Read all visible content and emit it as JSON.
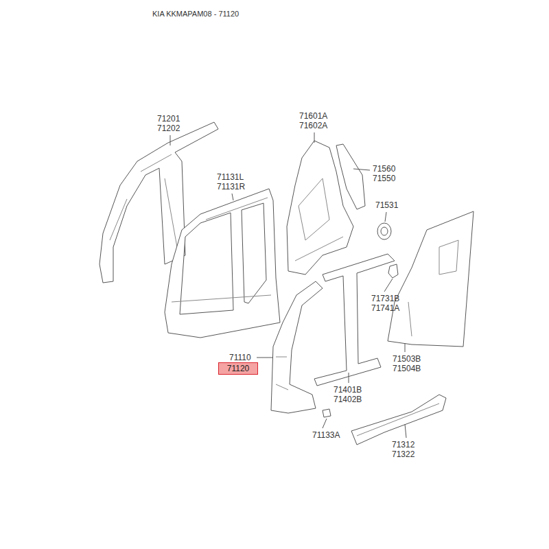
{
  "diagram": {
    "title": "KIA KKMAPAM08 - 71120",
    "nodes": [
      {
        "text": [
          "71120"
        ]
      }
    ],
    "labels": [
      "71201",
      "71202",
      "71601A",
      "71602A",
      "71560",
      "71550",
      "71131L",
      "71131R",
      "71531",
      "71731B",
      "71741A",
      "71110",
      "71401B",
      "71402B",
      "71503B",
      "71504B",
      "71133A",
      "71312",
      "71322"
    ]
  }
}
